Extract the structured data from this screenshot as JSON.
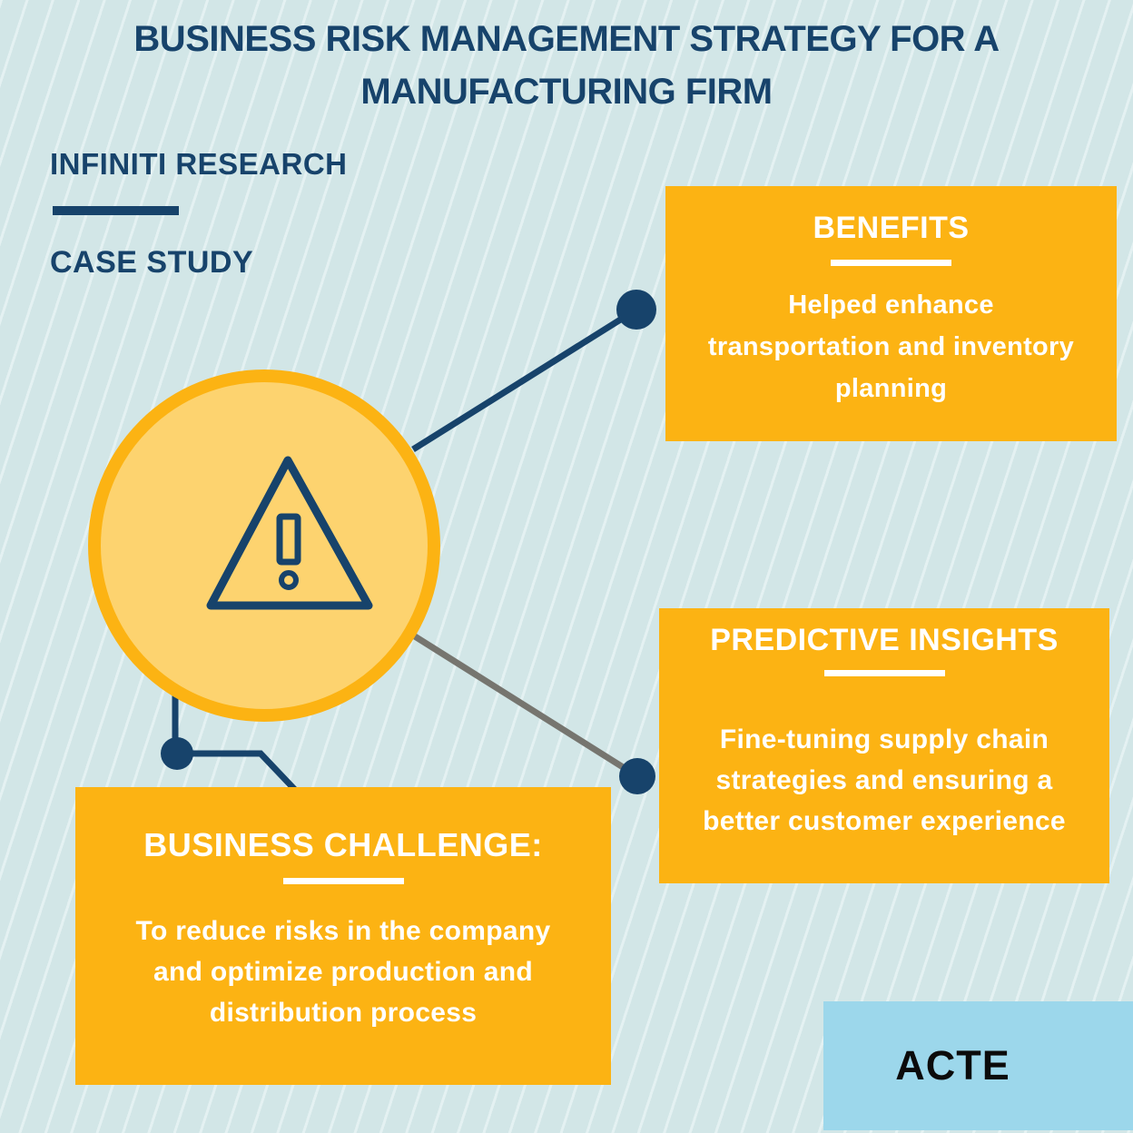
{
  "title": {
    "lines": [
      "BUSINESS RISK MANAGEMENT STRATEGY FOR A",
      "MANUFACTURING FIRM"
    ]
  },
  "brand": {
    "name": "INFINITI RESEARCH",
    "subtitle": "CASE STUDY"
  },
  "cards": {
    "benefits": {
      "heading": "BENEFITS",
      "lines": [
        "Helped enhance",
        "transportation and inventory",
        "planning"
      ]
    },
    "predictive": {
      "heading": "PREDICTIVE INSIGHTS",
      "lines": [
        "Fine-tuning supply chain",
        "strategies and ensuring a",
        "better customer experience"
      ]
    },
    "challenge": {
      "heading": "BUSINESS CHALLENGE:",
      "lines": [
        "To reduce risks in the company",
        "and optimize production and",
        "distribution process"
      ]
    }
  },
  "footer": {
    "logo": "ACTE"
  },
  "icons": {
    "center": "warning-triangle-icon"
  },
  "colors": {
    "background": "#d2e6e7",
    "stripe": "#e4f1f2",
    "navy": "#17436b",
    "orange": "#fcb313",
    "circle_fill": "#fdd36f",
    "card_text": "#ffffff",
    "gray_line": "#76756f",
    "footer_bg": "#9cd7eb",
    "footer_text": "#0b0b0b"
  }
}
